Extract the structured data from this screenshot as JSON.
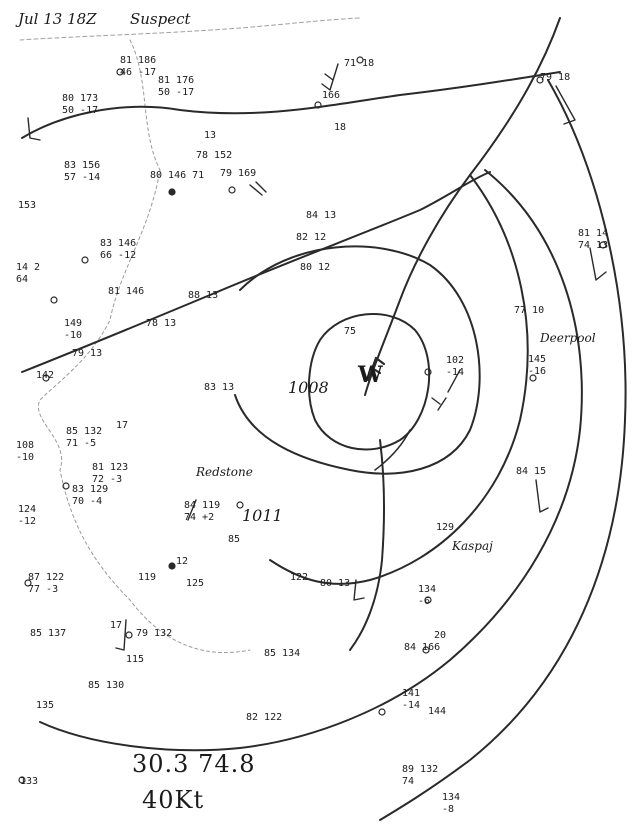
{
  "header": {
    "date_time": "Jul 13 18Z",
    "storm_label": "Suspect"
  },
  "storm": {
    "position": "30.3 74.8",
    "intensity": "40Kt",
    "center_symbol": "W"
  },
  "isobars": {
    "center_pressure": "1008",
    "outer_pressure": "1011"
  },
  "places": {
    "redstone": "Redstone",
    "deerpool": "Deerpool",
    "kaspaj": "Kaspaj"
  },
  "stations": [
    {
      "name": "station-nw-1",
      "text": "81 186\n46 -17"
    },
    {
      "name": "station-nw-2",
      "text": "81 176\n50 -17"
    },
    {
      "name": "station-nw-3",
      "text": "80 173\n50 -17"
    },
    {
      "name": "station-n-1",
      "text": "71 18"
    },
    {
      "name": "station-n-2",
      "text": "166"
    },
    {
      "name": "station-n-3",
      "text": "18"
    },
    {
      "name": "station-ne-1",
      "text": "79 18"
    },
    {
      "name": "station-c-1",
      "text": "13"
    },
    {
      "name": "station-c-2",
      "text": "78 152"
    },
    {
      "name": "station-c-3",
      "text": "80 146 71"
    },
    {
      "name": "station-c-4",
      "text": "79 169"
    },
    {
      "name": "station-w-1",
      "text": "83 156\n57 -14"
    },
    {
      "name": "station-w-2",
      "text": "153"
    },
    {
      "name": "station-w-3",
      "text": "84 13"
    },
    {
      "name": "station-w-4",
      "text": "82 12"
    },
    {
      "name": "station-w-5",
      "text": "80 12"
    },
    {
      "name": "station-e-1",
      "text": "81 14\n74 13"
    },
    {
      "name": "station-w-6",
      "text": "83 146\n66 -12"
    },
    {
      "name": "station-w-7",
      "text": "14 2\n64"
    },
    {
      "name": "station-w-8",
      "text": "81 146"
    },
    {
      "name": "station-w-9",
      "text": "88 13"
    },
    {
      "name": "station-w-10",
      "text": "78 13"
    },
    {
      "name": "station-w-11",
      "text": "149\n-10"
    },
    {
      "name": "station-w-12",
      "text": "79 13"
    },
    {
      "name": "station-c-5",
      "text": "75"
    },
    {
      "name": "station-c-6",
      "text": "102\n-14"
    },
    {
      "name": "station-e-2",
      "text": "77 10"
    },
    {
      "name": "station-e-3",
      "text": "145\n-16"
    },
    {
      "name": "station-w-13",
      "text": "142"
    },
    {
      "name": "station-w-14",
      "text": "83 13"
    },
    {
      "name": "station-w-15",
      "text": "85 132\n71 -5"
    },
    {
      "name": "station-w-16",
      "text": "108\n-10"
    },
    {
      "name": "station-w-17",
      "text": "17"
    },
    {
      "name": "station-w-18",
      "text": "81 123\n72 -3"
    },
    {
      "name": "station-w-19",
      "text": "83 129\n70 -4"
    },
    {
      "name": "station-w-20",
      "text": "124\n-12"
    },
    {
      "name": "station-e-4",
      "text": "84 15"
    },
    {
      "name": "station-c-7",
      "text": "84 119\n74 +2"
    },
    {
      "name": "station-c-8",
      "text": "85"
    },
    {
      "name": "station-sw-1",
      "text": "87 122\n77 -3"
    },
    {
      "name": "station-sw-2",
      "text": "119"
    },
    {
      "name": "station-sw-3",
      "text": "125"
    },
    {
      "name": "station-sw-4",
      "text": "12"
    },
    {
      "name": "station-s-1",
      "text": "122"
    },
    {
      "name": "station-s-2",
      "text": "80 13"
    },
    {
      "name": "station-se-1",
      "text": "129"
    },
    {
      "name": "station-se-2",
      "text": "134\n-6"
    },
    {
      "name": "station-se-3",
      "text": "20"
    },
    {
      "name": "station-se-4",
      "text": "84 166"
    },
    {
      "name": "station-sw-5",
      "text": "85 137"
    },
    {
      "name": "station-sw-6",
      "text": "79 132"
    },
    {
      "name": "station-sw-7",
      "text": "115"
    },
    {
      "name": "station-sw-8",
      "text": "85 130"
    },
    {
      "name": "station-sw-9",
      "text": "135"
    },
    {
      "name": "station-s-3",
      "text": "85 134"
    },
    {
      "name": "station-s-4",
      "text": "82 122"
    },
    {
      "name": "station-se-5",
      "text": "141\n-14"
    },
    {
      "name": "station-se-6",
      "text": "144"
    },
    {
      "name": "station-se-7",
      "text": "89 132\n74"
    },
    {
      "name": "station-se-8",
      "text": "134\n-8"
    },
    {
      "name": "station-sw-10",
      "text": "133"
    },
    {
      "name": "station-sw-11",
      "text": "17"
    }
  ]
}
